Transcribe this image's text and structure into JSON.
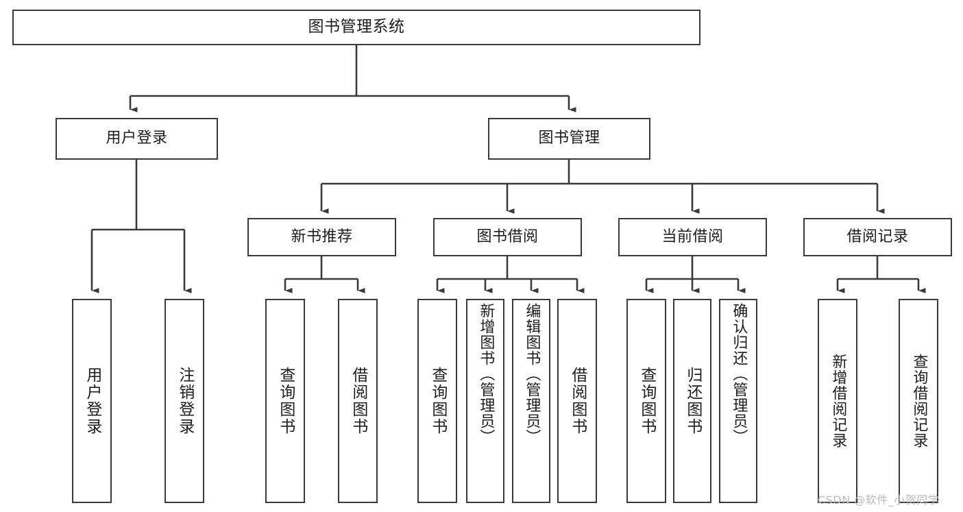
{
  "diagram": {
    "title_node": {
      "label": "图书管理系统"
    },
    "level2": [
      {
        "id": "user-login",
        "label": "用户登录"
      },
      {
        "id": "book-manage",
        "label": "图书管理"
      }
    ],
    "level3": [
      {
        "id": "new-book-recommend",
        "label": "新书推荐"
      },
      {
        "id": "book-borrow",
        "label": "图书借阅"
      },
      {
        "id": "current-borrow",
        "label": "当前借阅"
      },
      {
        "id": "borrow-record",
        "label": "借阅记录"
      }
    ],
    "leaves": {
      "user_login": [
        {
          "id": "leaf-user-login",
          "label": "用户登录"
        },
        {
          "id": "leaf-logout-login",
          "label": "注销登录"
        }
      ],
      "new_book_recommend": [
        {
          "id": "leaf-query-book-1",
          "label": "查询图书"
        },
        {
          "id": "leaf-borrow-book-1",
          "label": "借阅图书"
        }
      ],
      "book_borrow": [
        {
          "id": "leaf-query-book-2",
          "label": "查询图书"
        },
        {
          "id": "leaf-add-book",
          "label": "新增图书（管理员）"
        },
        {
          "id": "leaf-edit-book",
          "label": "编辑图书（管理员）"
        },
        {
          "id": "leaf-borrow-book-2",
          "label": "借阅图书"
        }
      ],
      "current_borrow": [
        {
          "id": "leaf-query-book-3",
          "label": "查询图书"
        },
        {
          "id": "leaf-return-book",
          "label": "归还图书"
        },
        {
          "id": "leaf-confirm-return",
          "label": "确认归还（管理员）"
        }
      ],
      "borrow_record": [
        {
          "id": "leaf-add-record",
          "label": "新增借阅记录"
        },
        {
          "id": "leaf-query-record",
          "label": "查询借阅记录"
        }
      ]
    }
  },
  "watermark": {
    "text": "CSDN @软件_小贺同学"
  },
  "colors": {
    "border": "#3a3a3a",
    "text": "#1d1d1d",
    "background": "#ffffff",
    "watermark": "#b9b9b9"
  }
}
